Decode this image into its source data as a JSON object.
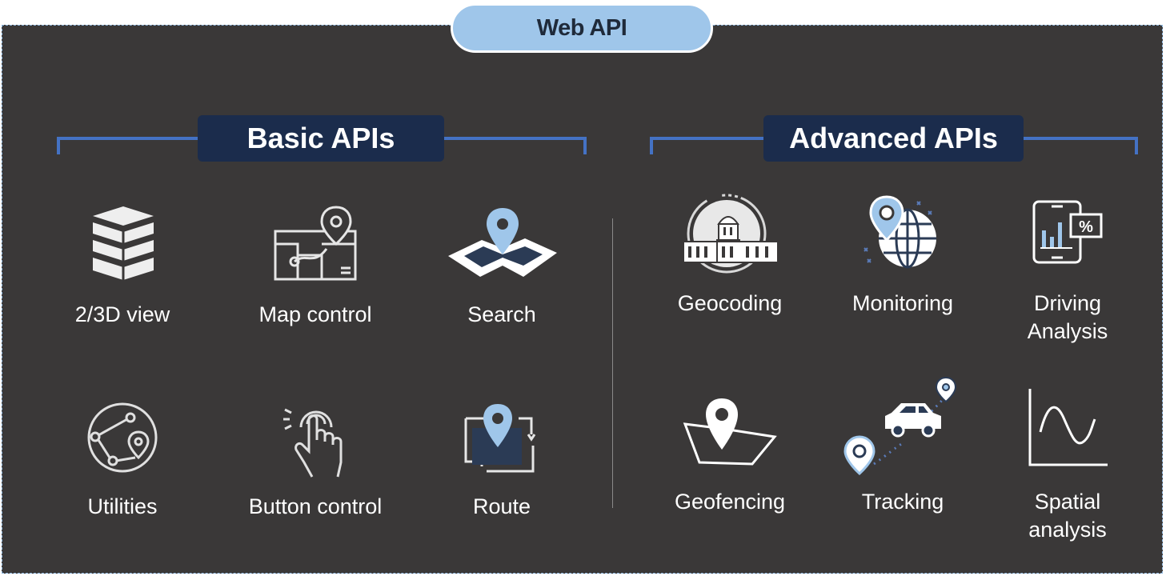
{
  "title": "Web API",
  "groups": {
    "basic": {
      "label": "Basic APIs"
    },
    "advanced": {
      "label": "Advanced APIs"
    }
  },
  "basic_items": [
    {
      "label": "2/3D view",
      "icon": "layered-building-icon"
    },
    {
      "label": "Map control",
      "icon": "map-pin-icon"
    },
    {
      "label": "Search",
      "icon": "map-search-pin-icon"
    },
    {
      "label": "Utilities",
      "icon": "network-globe-icon"
    },
    {
      "label": "Button control",
      "icon": "touch-hand-icon"
    },
    {
      "label": "Route",
      "icon": "route-map-icon"
    }
  ],
  "advanced_items": [
    {
      "label": "Geocoding",
      "icon": "building-globe-icon"
    },
    {
      "label": "Monitoring",
      "icon": "globe-pin-icon"
    },
    {
      "label": "Driving\nAnalysis",
      "icon": "phone-chart-icon"
    },
    {
      "label": "Geofencing",
      "icon": "geofence-pin-icon"
    },
    {
      "label": "Tracking",
      "icon": "car-tracking-icon"
    },
    {
      "label": "Spatial\nanalysis",
      "icon": "sine-graph-icon"
    }
  ],
  "colors": {
    "panel": "#3a3838",
    "accent": "#4472c4",
    "label_bg": "#1b2c4c",
    "pill": "#9fc6ea",
    "icon_light": "#9fc6ea"
  }
}
